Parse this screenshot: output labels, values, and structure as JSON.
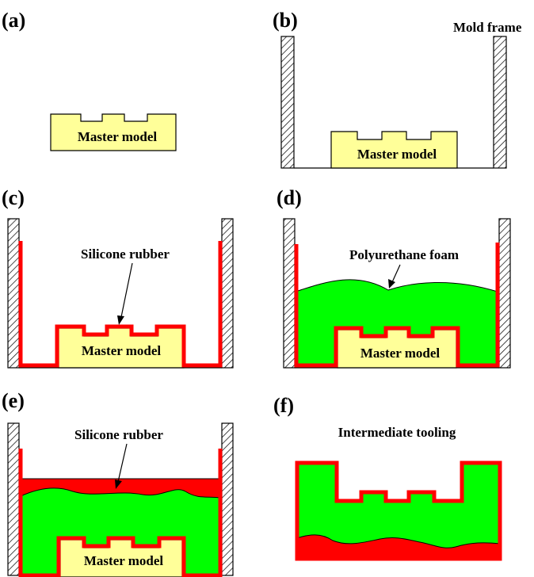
{
  "panels": {
    "a": {
      "label": "(a)",
      "master": "Master model"
    },
    "b": {
      "label": "(b)",
      "master": "Master model",
      "frame": "Mold frame"
    },
    "c": {
      "label": "(c)",
      "master": "Master model",
      "callout": "Silicone rubber"
    },
    "d": {
      "label": "(d)",
      "master": "Master model",
      "callout": "Polyurethane foam"
    },
    "e": {
      "label": "(e)",
      "master": "Master model",
      "callout": "Silicone rubber"
    },
    "f": {
      "label": "(f)",
      "title": "Intermediate tooling"
    }
  },
  "colors": {
    "master_fill": "#ffff99",
    "silicone": "#ff0000",
    "foam": "#00ff00",
    "outline": "#000000"
  }
}
